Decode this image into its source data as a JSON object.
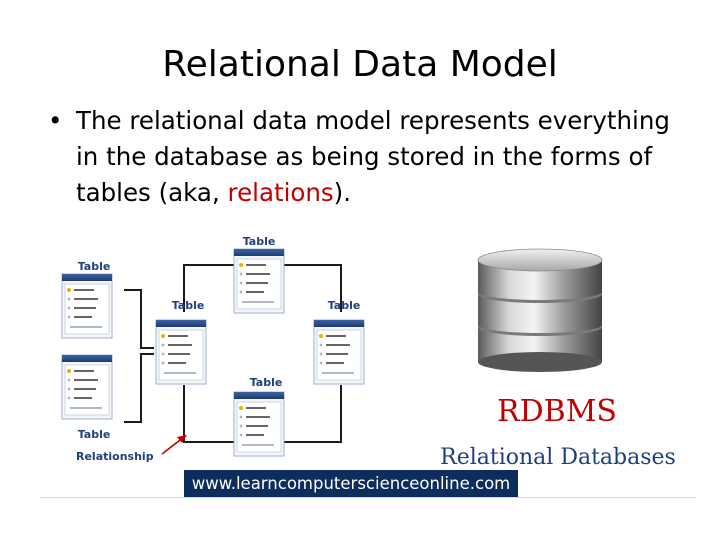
{
  "slide": {
    "title": "Relational Data Model",
    "bullet": {
      "symbol": "•",
      "text_before": "The relational data model represents everything in the database as being stored in the forms of tables (aka, ",
      "highlight": "relations",
      "text_after": ").",
      "highlight_color": "#c00000"
    }
  },
  "figure": {
    "table_label": "Table",
    "relationship_label": "Relationship",
    "rdbms_label": "RDBMS",
    "relational_databases_label": "Relational Databases",
    "watermark_url": "www.learncomputerscienceonline.com",
    "colors": {
      "table_header": "#2e4f8a",
      "line": "#1a1a1a",
      "red_accent": "#c00000",
      "navy": "#0d2e5c"
    }
  }
}
